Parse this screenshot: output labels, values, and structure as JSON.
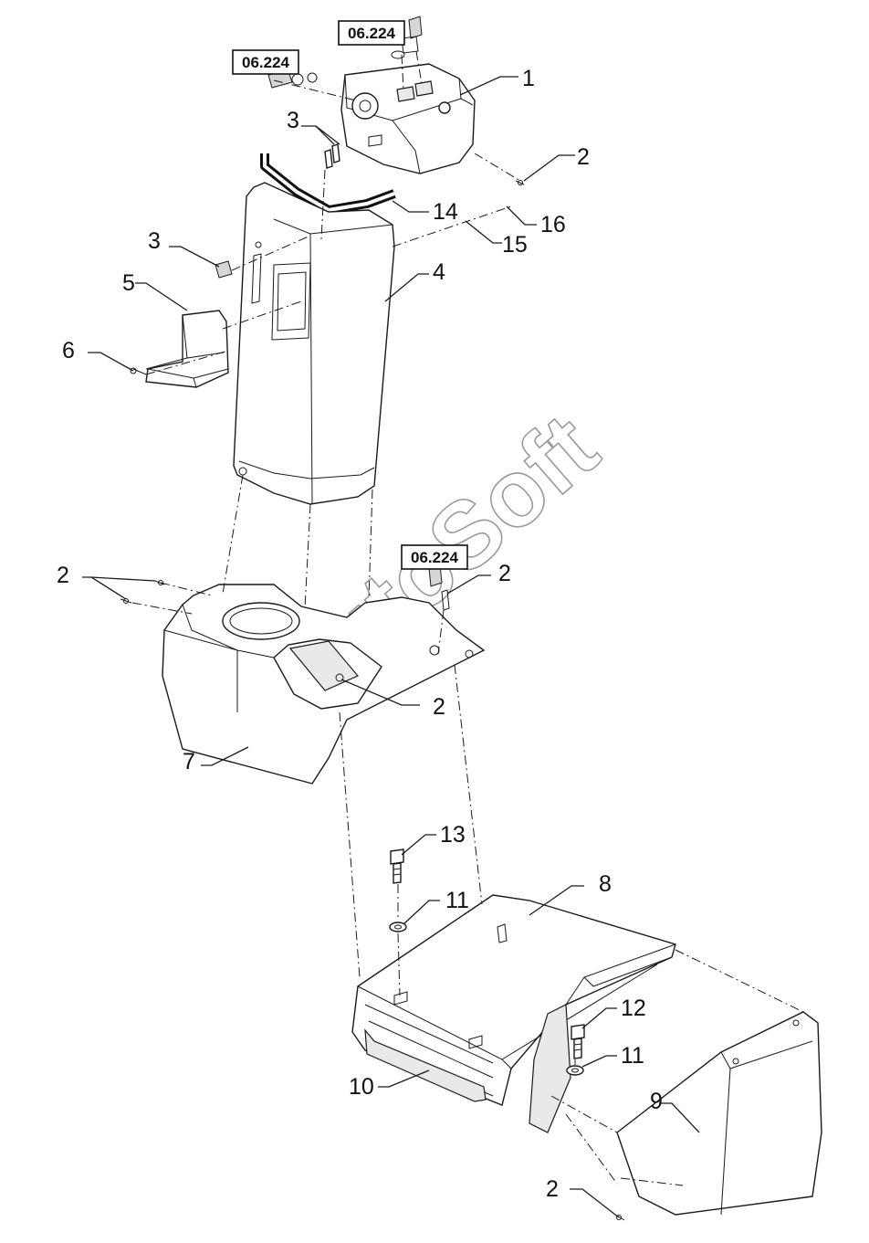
{
  "diagram": {
    "watermark": "AutoSoft",
    "references": [
      {
        "id": "ref-top",
        "text": "06.224"
      },
      {
        "id": "ref-left",
        "text": "06.224"
      },
      {
        "id": "ref-mid",
        "text": "06.224"
      }
    ],
    "callouts": [
      {
        "id": "c1",
        "text": "1"
      },
      {
        "id": "c2a",
        "text": "2"
      },
      {
        "id": "c3a",
        "text": "3"
      },
      {
        "id": "c14",
        "text": "14"
      },
      {
        "id": "c16",
        "text": "16"
      },
      {
        "id": "c15",
        "text": "15"
      },
      {
        "id": "c3b",
        "text": "3"
      },
      {
        "id": "c4",
        "text": "4"
      },
      {
        "id": "c5",
        "text": "5"
      },
      {
        "id": "c6",
        "text": "6"
      },
      {
        "id": "c2b",
        "text": "2"
      },
      {
        "id": "c2c",
        "text": "2"
      },
      {
        "id": "c2d",
        "text": "2"
      },
      {
        "id": "c7",
        "text": "7"
      },
      {
        "id": "c13",
        "text": "13"
      },
      {
        "id": "c8",
        "text": "8"
      },
      {
        "id": "c11a",
        "text": "11"
      },
      {
        "id": "c12",
        "text": "12"
      },
      {
        "id": "c11b",
        "text": "11"
      },
      {
        "id": "c9",
        "text": "9"
      },
      {
        "id": "c10",
        "text": "10"
      },
      {
        "id": "c2e",
        "text": "2"
      }
    ]
  }
}
